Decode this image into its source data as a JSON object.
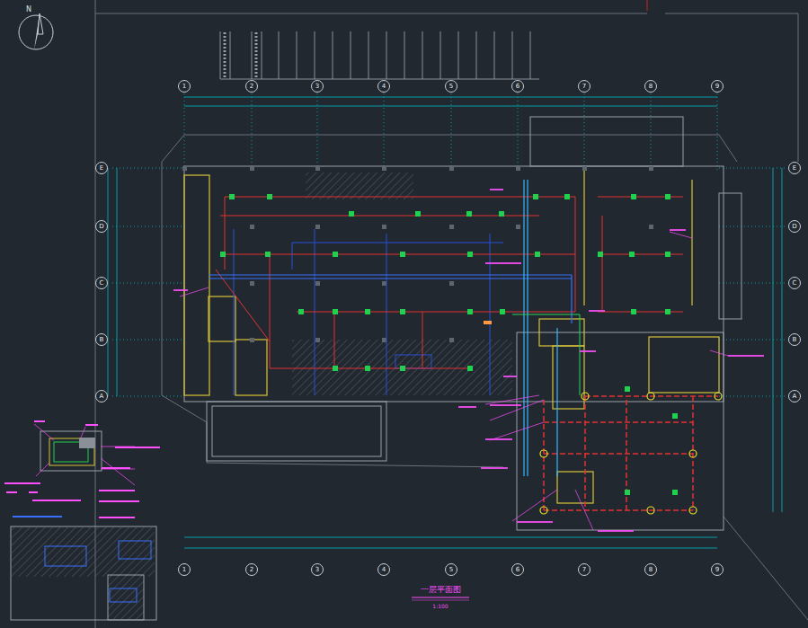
{
  "diagram": {
    "title": "一层平面图",
    "caption": "1:100",
    "labels": [
      "1",
      "2",
      "3",
      "4",
      "5",
      "6",
      "7",
      "8",
      "9",
      "1",
      "2",
      "3",
      "4",
      "5",
      "6",
      "7",
      "8",
      "9",
      "E",
      "D",
      "C",
      "B",
      "A",
      "E",
      "D",
      "C",
      "B",
      "A",
      "N"
    ]
  }
}
